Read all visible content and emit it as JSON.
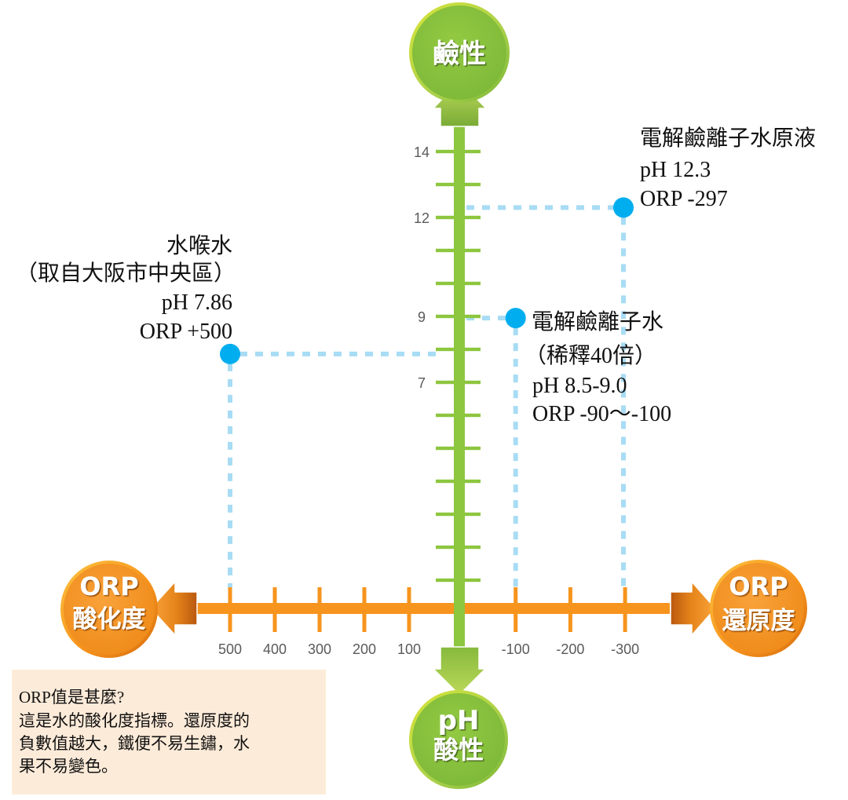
{
  "colors": {
    "ph_axis": "#8DC63F",
    "orp_axis": "#F7941D",
    "point": "#00AEEF",
    "guide": "#A8DCF4",
    "info_bg": "#FDEBD9"
  },
  "badges": {
    "alkaline": {
      "text": "鹼性"
    },
    "acidic": {
      "line1": "pH",
      "line2": "酸性"
    },
    "oxidation": {
      "line1": "ORP",
      "line2": "酸化度"
    },
    "reduction": {
      "line1": "ORP",
      "line2": "還原度"
    }
  },
  "chart_data": {
    "type": "scatter",
    "title": "",
    "xlabel": "ORP",
    "ylabel": "pH",
    "grid": false,
    "legend": "none",
    "x_axis": {
      "ticks": [
        500,
        400,
        300,
        200,
        100,
        -100,
        -200,
        -300
      ],
      "tick_labels": [
        "500",
        "400",
        "300",
        "200",
        "100",
        "-100",
        "-200",
        "-300"
      ],
      "left_end_label": "ORP 酸化度",
      "right_end_label": "ORP 還原度"
    },
    "y_axis": {
      "range": [
        0,
        14
      ],
      "minor_ticks": [
        1,
        2,
        3,
        4,
        5,
        6,
        7,
        8,
        9,
        10,
        11,
        12,
        13,
        14
      ],
      "labeled_ticks": [
        14,
        12,
        9,
        7
      ],
      "tick_labels": [
        "14",
        "12",
        "9",
        "7"
      ],
      "top_end_label": "鹼性",
      "bottom_end_label": "pH 酸性"
    },
    "points": [
      {
        "name": "水喉水",
        "note": "（取自大阪市中央區）",
        "ph": 7.86,
        "orp": 500,
        "ph_text": "pH 7.86",
        "orp_text": "ORP +500"
      },
      {
        "name": "電解鹼離子水",
        "note": "（稀釋40倍）",
        "ph": 8.95,
        "orp": -100,
        "ph_range": [
          8.5,
          9.0
        ],
        "orp_range": [
          -90,
          -100
        ],
        "ph_text": "pH 8.5-9.0",
        "orp_text": "ORP -90～-100"
      },
      {
        "name": "電解鹼離子水原液",
        "ph": 12.3,
        "orp": -297,
        "ph_text": "pH 12.3",
        "orp_text": "ORP -297"
      }
    ]
  },
  "info_box": {
    "title": "ORP值是甚麼?",
    "lines": [
      "這是水的酸化度指標。還原度的",
      "負數值越大，鐵便不易生鏽，水",
      "果不易變色。"
    ]
  }
}
